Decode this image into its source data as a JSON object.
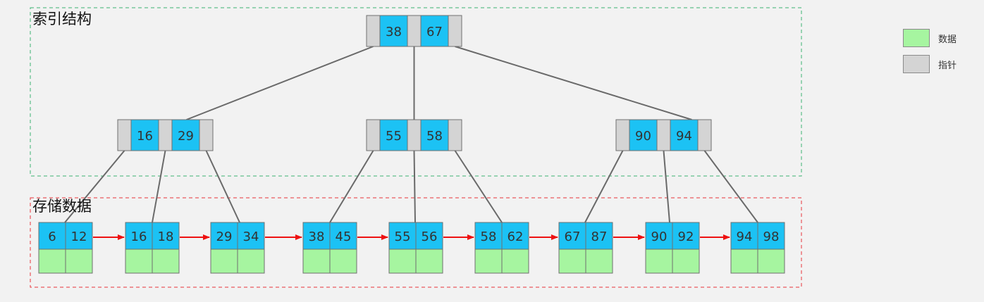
{
  "regions": {
    "index_title": "索引结构",
    "storage_title": "存储数据"
  },
  "legend": {
    "data_label": "数据",
    "pointer_label": "指针"
  },
  "colors": {
    "key_fill": "#1cc2f4",
    "pointer_fill": "#d4d4d4",
    "data_fill": "#a6f5a0",
    "edge": "#6a6a6a",
    "leaf_link": "#ee1111",
    "index_region_border": "#3cb371",
    "storage_region_border": "#e8343a"
  },
  "tree": {
    "root": {
      "keys": [
        "38",
        "67"
      ]
    },
    "internal": [
      {
        "keys": [
          "16",
          "29"
        ]
      },
      {
        "keys": [
          "55",
          "58"
        ]
      },
      {
        "keys": [
          "90",
          "94"
        ]
      }
    ],
    "leaves": [
      {
        "keys": [
          "6",
          "12"
        ]
      },
      {
        "keys": [
          "16",
          "18"
        ]
      },
      {
        "keys": [
          "29",
          "34"
        ]
      },
      {
        "keys": [
          "38",
          "45"
        ]
      },
      {
        "keys": [
          "55",
          "56"
        ]
      },
      {
        "keys": [
          "58",
          "62"
        ]
      },
      {
        "keys": [
          "67",
          "87"
        ]
      },
      {
        "keys": [
          "90",
          "92"
        ]
      },
      {
        "keys": [
          "94",
          "98"
        ]
      }
    ]
  }
}
